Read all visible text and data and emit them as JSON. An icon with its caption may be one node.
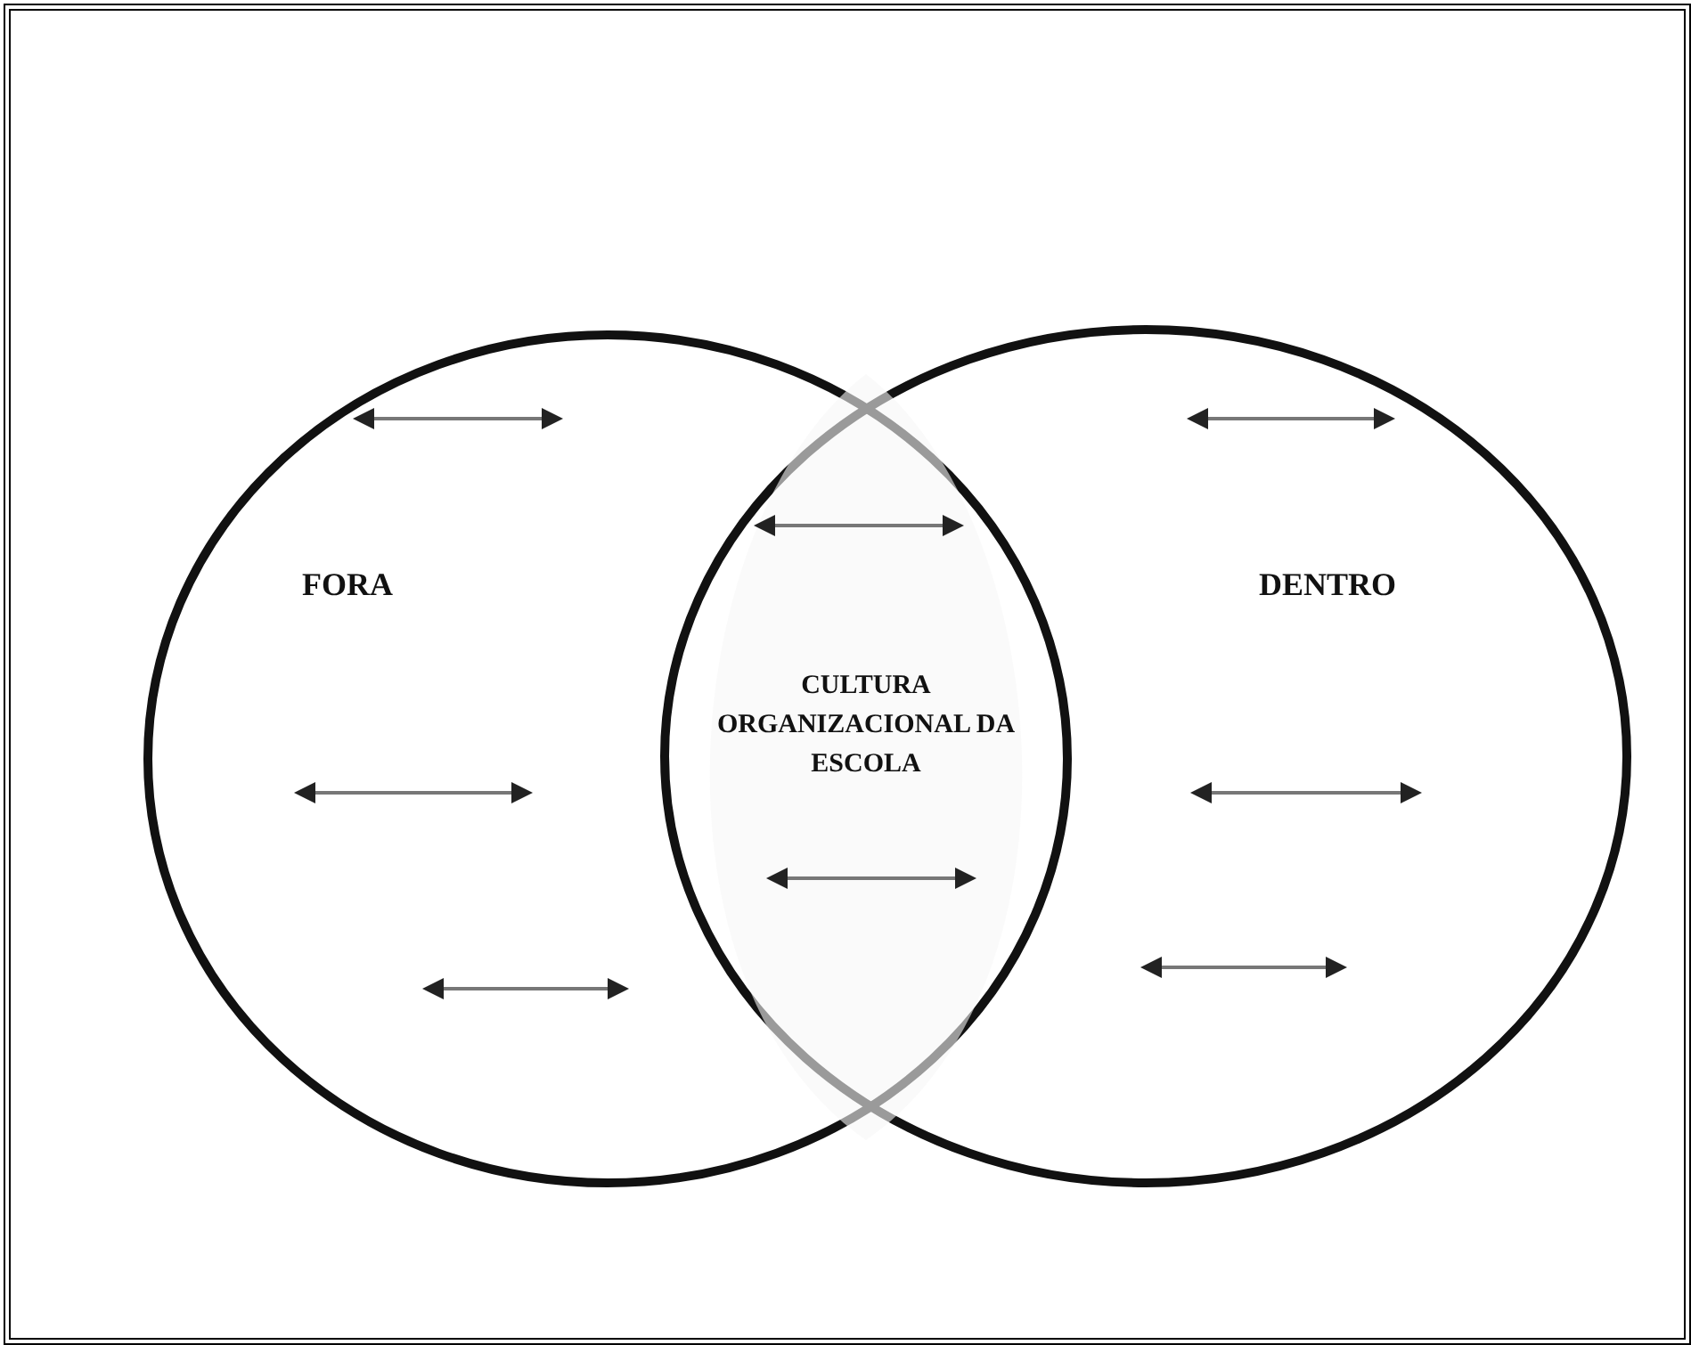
{
  "diagram": {
    "nodes": [
      {
        "text": [
          "FORA"
        ]
      },
      {
        "text": [
          "DENTRO"
        ]
      },
      {
        "text": [
          "CULTURA ORGANIZACIONAL DA ESCOLA"
        ]
      }
    ]
  }
}
